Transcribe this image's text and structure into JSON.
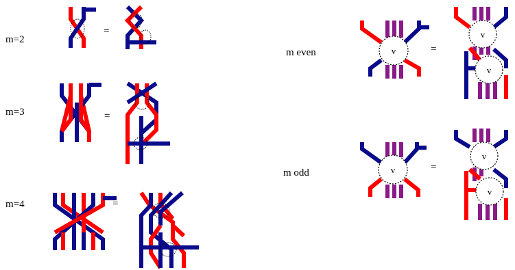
{
  "colors": {
    "blue": "#0a0a8c",
    "red": "#ff0000",
    "purple": "#8b1a89"
  },
  "labels": {
    "m2": "m=2",
    "m3": "m=3",
    "m4": "m=4",
    "meven": "m even",
    "modd": "m odd",
    "equals": "=",
    "vertex": "v"
  }
}
